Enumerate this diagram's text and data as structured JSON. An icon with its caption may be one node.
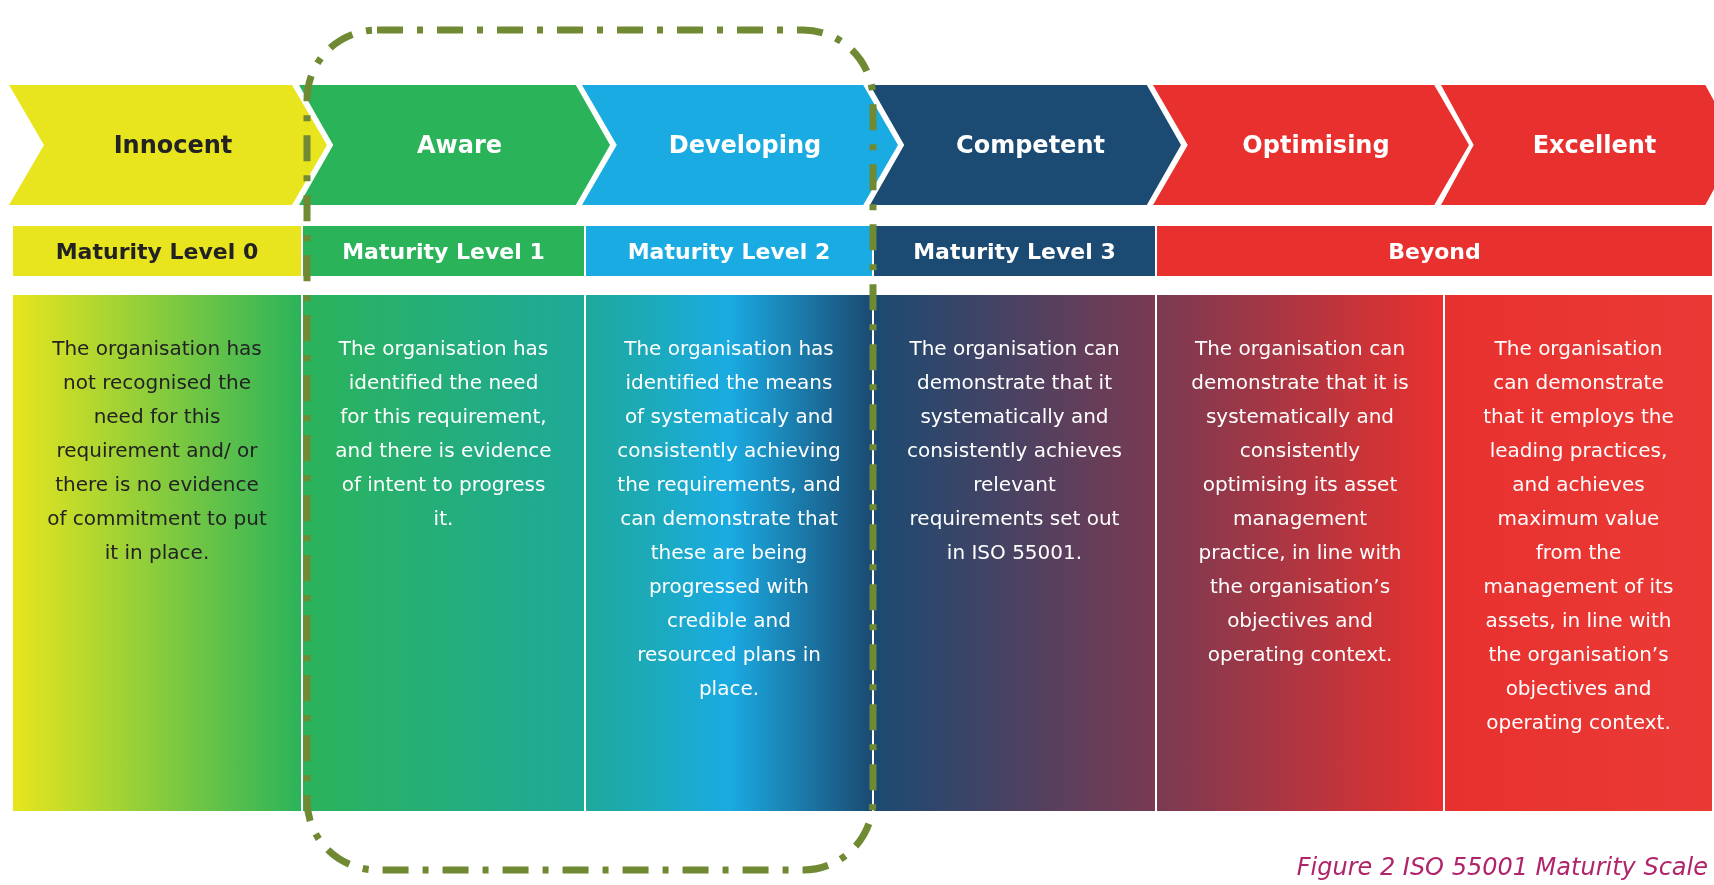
{
  "diagram": {
    "caption": "Figure 2 ISO 55001 Maturity Scale",
    "nodes": [
      {
        "text": [
          "Innocent"
        ]
      },
      {
        "text": [
          "Aware"
        ]
      },
      {
        "text": [
          "Developing"
        ]
      },
      {
        "text": [
          "Competent"
        ]
      },
      {
        "text": [
          "Optimising"
        ]
      },
      {
        "text": [
          "Excellent"
        ]
      },
      {
        "text": [
          "Maturity Level 0"
        ]
      },
      {
        "text": [
          "Maturity Level 1"
        ]
      },
      {
        "text": [
          "Maturity Level 2"
        ]
      },
      {
        "text": [
          "Maturity Level 3"
        ]
      },
      {
        "text": [
          "Beyond"
        ]
      },
      {
        "text": [
          "The organisation has not recognised the need for this requirement and/ or there is no evidence of commitment to put it in place."
        ]
      },
      {
        "text": [
          "The organisation has identified the need for this requirement, and there is evidence of intent to progress it."
        ]
      },
      {
        "text": [
          "The organisation has identified the means of systematicaly and consistently achieving the requirements, and can demonstrate that these are being progressed with credible and resourced plans in place."
        ]
      },
      {
        "text": [
          "The organisation can demonstrate that it systematically and consistently achieves relevant requirements set out in ISO 55001."
        ]
      },
      {
        "text": [
          "The organisation can demonstrate that it is systematically and consistently optimising its asset management practice, in line with the organisation’s objectives and operating context."
        ]
      },
      {
        "text": [
          "The organisation can demonstrate that it employs the leading practices, and achieves maximum value from the management of its assets, in line with the organisation’s objectives and operating context."
        ]
      }
    ],
    "edges": []
  }
}
